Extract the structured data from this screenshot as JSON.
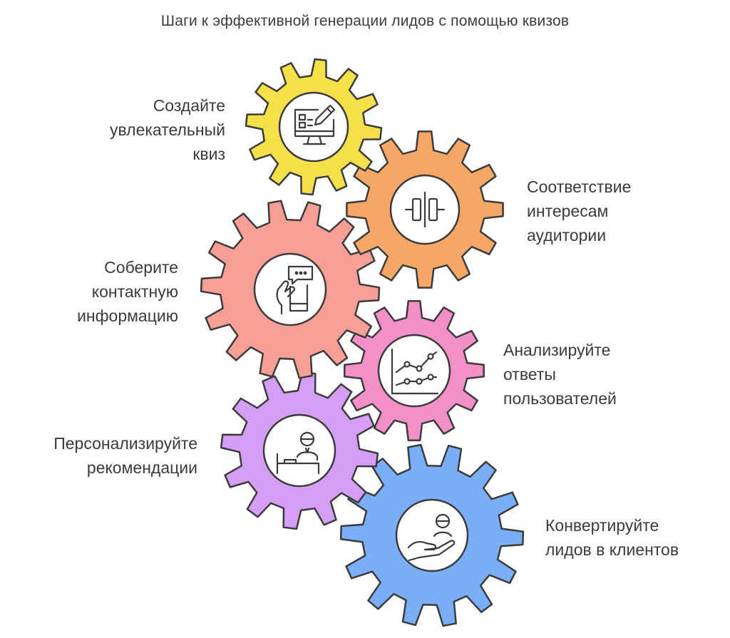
{
  "title": "Шаги к эффективной генерации лидов с помощью квизов",
  "steps": [
    {
      "id": "create",
      "lines": [
        "Создайте",
        "увлекательный",
        "квиз"
      ],
      "color": "#f6e04a",
      "icon": "computer-edit-icon"
    },
    {
      "id": "match",
      "lines": [
        "Соответствие",
        "интересам",
        "аудитории"
      ],
      "color": "#f5a866",
      "icon": "balance-icon"
    },
    {
      "id": "collect",
      "lines": [
        "Соберите",
        "контактную",
        "информацию"
      ],
      "color": "#f79e96",
      "icon": "phone-chat-icon"
    },
    {
      "id": "analyze",
      "lines": [
        "Анализируйте",
        "ответы",
        "пользователей"
      ],
      "color": "#f490c8",
      "icon": "line-chart-icon"
    },
    {
      "id": "personalize",
      "lines": [
        "Персонализируйте",
        "рекомендации"
      ],
      "color": "#d69df5",
      "icon": "person-desk-icon"
    },
    {
      "id": "convert",
      "lines": [
        "Конвертируйте",
        "лидов в клиентов"
      ],
      "color": "#7aaef7",
      "icon": "hand-person-icon"
    }
  ]
}
